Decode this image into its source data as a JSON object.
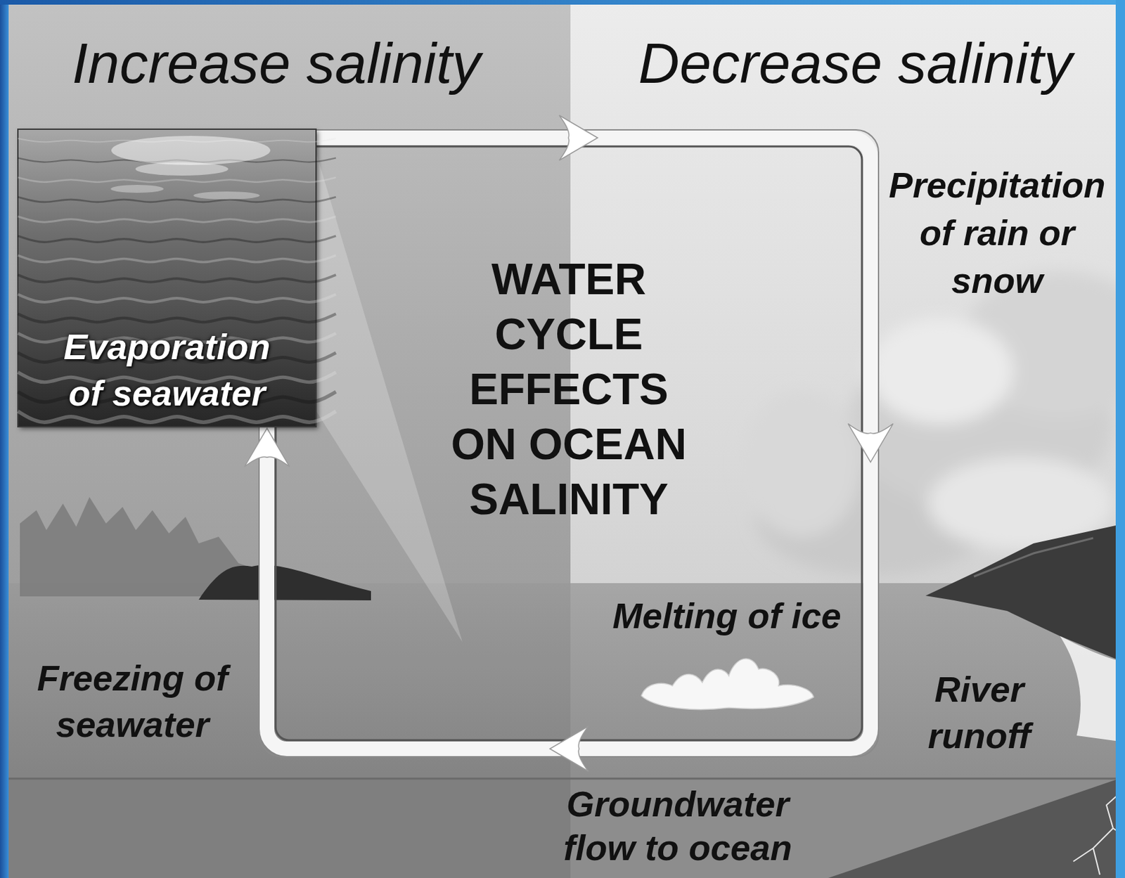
{
  "diagram": {
    "nodes": [
      {
        "text": [
          "WATER CYCLE EFFECTS ON OCEAN SALINITY"
        ]
      },
      {
        "text": [
          "Evaporation of seawater"
        ]
      }
    ],
    "labels": [
      "Increase salinity",
      "Decrease salinity",
      "Precipitation of rain or snow",
      "Melting of ice",
      "Freezing of seawater",
      "River runoff",
      "Groundwater flow to ocean"
    ]
  }
}
